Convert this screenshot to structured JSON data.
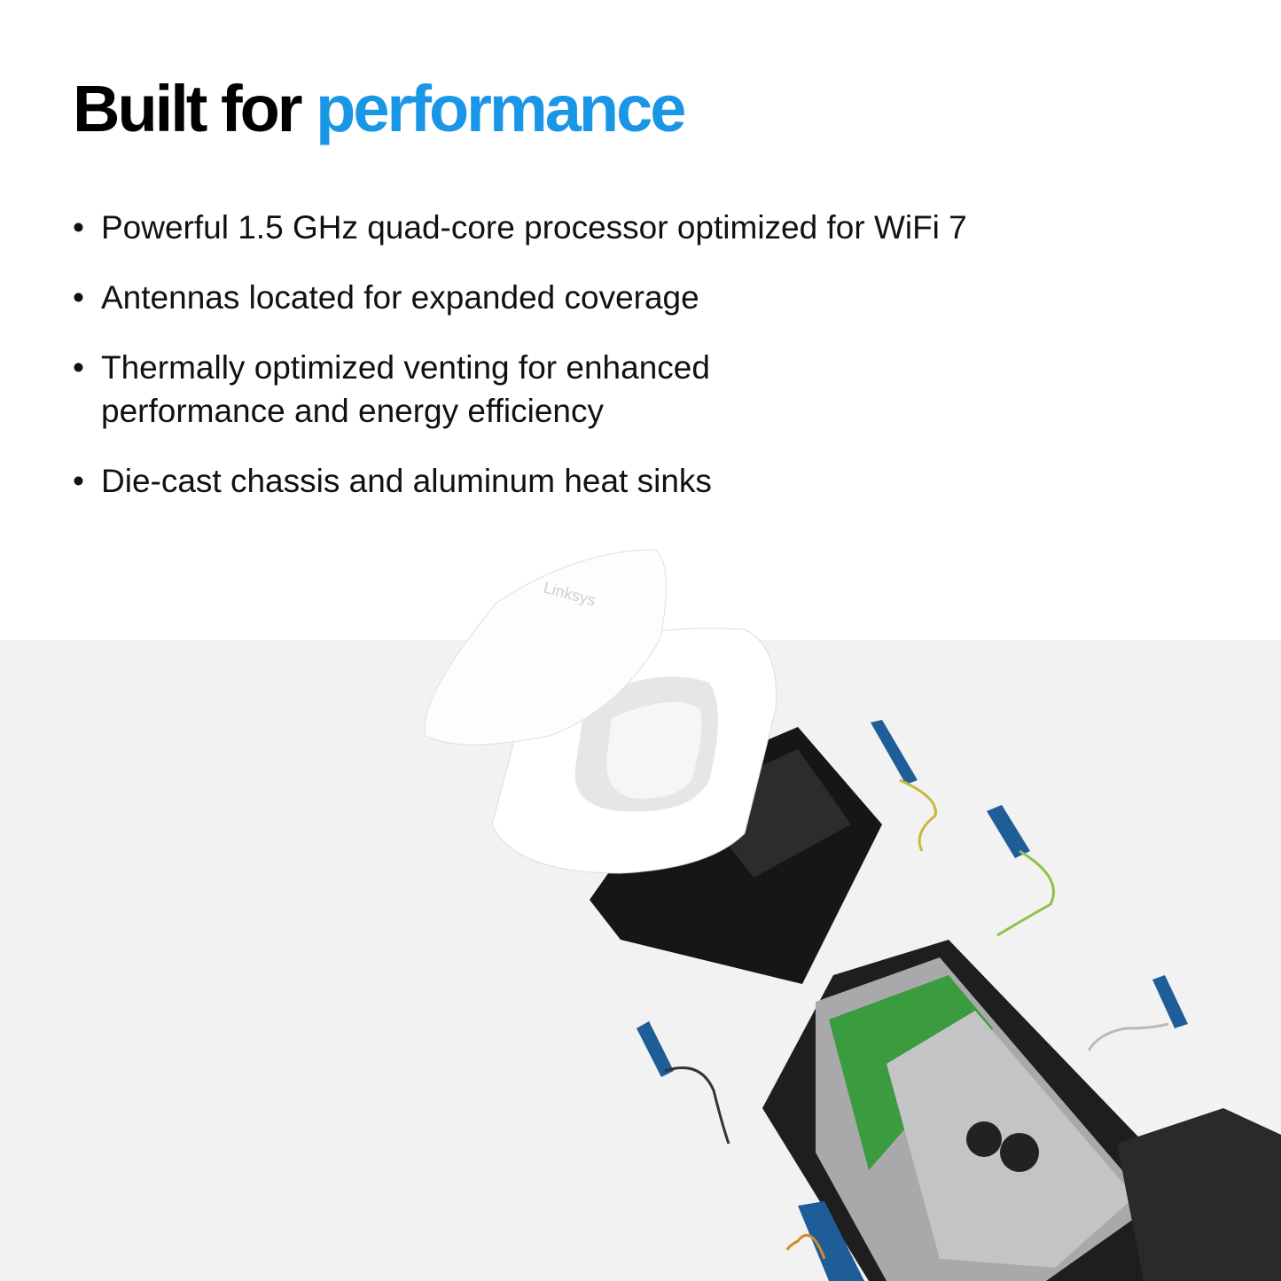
{
  "title": {
    "prefix": "Built for",
    "accent": "performance"
  },
  "bullets": [
    "Powerful 1.5 GHz quad-core processor optimized for WiFi 7",
    "Antennas located for expanded coverage",
    "Thermally optimized venting for enhanced performance and energy efficiency",
    "Die-cast chassis and aluminum heat sinks"
  ],
  "product": {
    "brand_logo": "Linksys"
  },
  "colors": {
    "accent": "#1a96e6",
    "background_lower": "#f2f2f2",
    "antenna": "#1f5d99",
    "pcb": "#3a9b3f"
  }
}
